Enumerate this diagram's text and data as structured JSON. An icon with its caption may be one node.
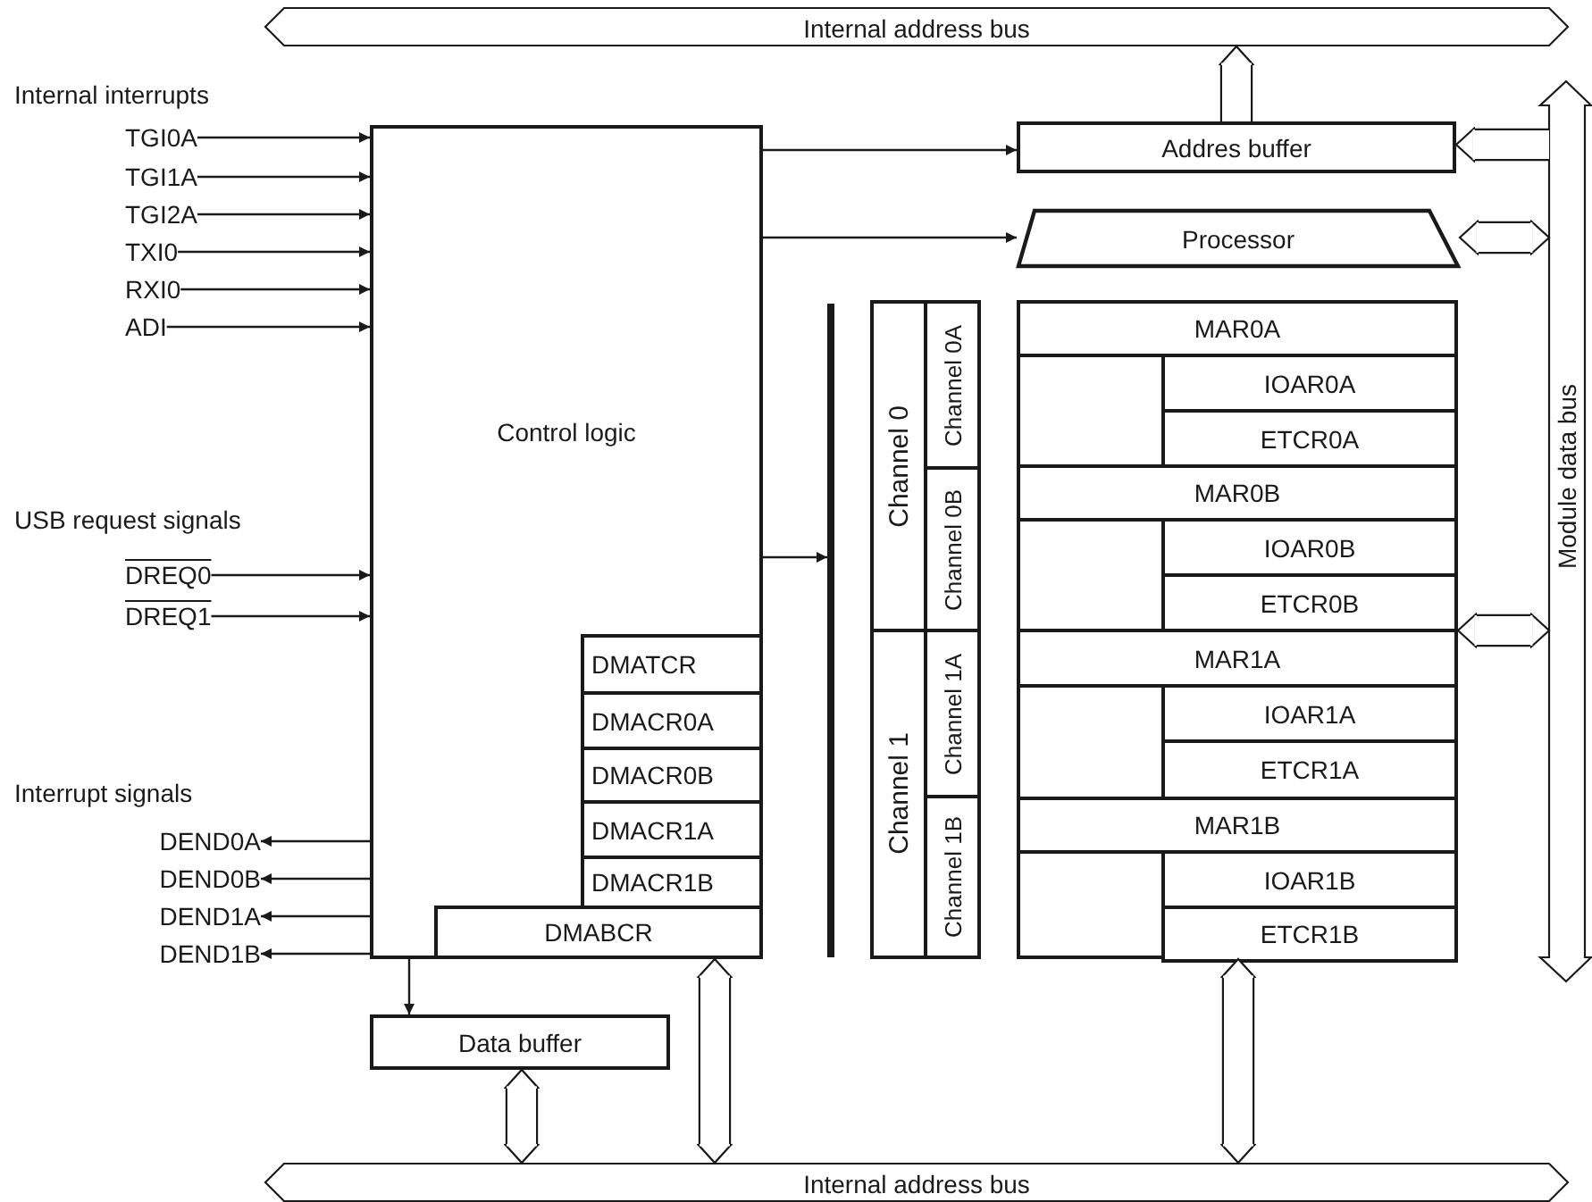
{
  "diagram": {
    "nodes": [
      {
        "text": [
          "Internal address bus"
        ]
      },
      {
        "text": [
          "TGI0A"
        ]
      },
      {
        "text": [
          "TGI1A"
        ]
      },
      {
        "text": [
          "TGI2A"
        ]
      },
      {
        "text": [
          "TXI0"
        ]
      },
      {
        "text": [
          "RXI0"
        ]
      },
      {
        "text": [
          "ADI"
        ]
      },
      {
        "text": [
          "Control logic"
        ]
      },
      {
        "text": [
          "Addres buffer"
        ]
      },
      {
        "text": [
          "Processor"
        ]
      },
      {
        "text": [],
        "shape": "bar"
      },
      {
        "text": [
          "Channel 0"
        ]
      },
      {
        "text": [
          "Channel 0A"
        ]
      },
      {
        "text": [
          "Channel 0B"
        ]
      },
      {
        "text": [
          "Channel 1"
        ]
      },
      {
        "text": [
          "Channel 1A"
        ]
      },
      {
        "text": [
          "Channel 1B"
        ]
      },
      {
        "text": [],
        "shape": "box"
      },
      {
        "text": [
          "MAR0A"
        ],
        "in": 17
      },
      {
        "text": [
          "IOAR0A"
        ],
        "in": 17
      },
      {
        "text": [
          "ETCR0A"
        ],
        "in": 17
      },
      {
        "text": [
          "MAR0B"
        ],
        "in": 17
      },
      {
        "text": [
          "IOAR0B"
        ],
        "in": 17
      },
      {
        "text": [
          "ETCR0B"
        ],
        "in": 17
      },
      {
        "text": [
          "MAR1A"
        ],
        "in": 17
      },
      {
        "text": [
          "IOAR1A"
        ],
        "in": 17
      },
      {
        "text": [
          "ETCR1A"
        ],
        "in": 17
      },
      {
        "text": [
          "MAR1B"
        ],
        "in": 17
      },
      {
        "text": [
          "IOAR1B"
        ],
        "in": 17
      },
      {
        "text": [
          "ETCR1B"
        ],
        "in": 17
      },
      {
        "text": [
          "Module data bus"
        ]
      },
      {
        "text": [
          "DREQ0"
        ]
      },
      {
        "text": [
          "DREQ1"
        ]
      },
      {
        "text": [
          "DMATCR"
        ],
        "in": 7
      },
      {
        "text": [
          "DMACR0A"
        ],
        "in": 7
      },
      {
        "text": [
          "DMACR0B"
        ],
        "in": 7
      },
      {
        "text": [
          "DMACR1A"
        ],
        "in": 7
      },
      {
        "text": [
          "DMACR1B"
        ],
        "in": 7
      },
      {
        "text": [
          "DMABCR"
        ],
        "in": 7
      },
      {
        "text": [
          "DEND0A"
        ]
      },
      {
        "text": [
          "DEND0B"
        ]
      },
      {
        "text": [
          "DEND1A"
        ]
      },
      {
        "text": [
          "DEND1B"
        ]
      },
      {
        "text": [
          "Data buffer"
        ]
      },
      {
        "text": [
          "Internal address bus"
        ]
      }
    ],
    "edges": [
      {
        "from": 1,
        "to": 7,
        "arrow": "to"
      },
      {
        "from": 2,
        "to": 7,
        "arrow": "to"
      },
      {
        "from": 3,
        "to": 7,
        "arrow": "to"
      },
      {
        "from": 4,
        "to": 7,
        "arrow": "to"
      },
      {
        "from": 5,
        "to": 7,
        "arrow": "to"
      },
      {
        "from": 6,
        "to": 7,
        "arrow": "to"
      },
      {
        "from": 31,
        "to": 7,
        "arrow": "to"
      },
      {
        "from": 32,
        "to": 7,
        "arrow": "to"
      },
      {
        "from": 7,
        "to": 39,
        "arrow": "to"
      },
      {
        "from": 7,
        "to": 40,
        "arrow": "to"
      },
      {
        "from": 7,
        "to": 41,
        "arrow": "to"
      },
      {
        "from": 7,
        "to": 42,
        "arrow": "to"
      },
      {
        "from": 7,
        "to": 8,
        "arrow": "to"
      },
      {
        "from": 7,
        "to": 9,
        "arrow": "to"
      },
      {
        "from": 7,
        "to": 10,
        "arrow": "to"
      },
      {
        "from": 7,
        "to": 43,
        "arrow": "to"
      },
      {
        "from": 8,
        "to": 0,
        "arrow": "to",
        "style": "thick"
      },
      {
        "from": 30,
        "to": 8,
        "arrow": "to",
        "style": "thick"
      },
      {
        "from": 9,
        "to": 30,
        "arrow": "both",
        "style": "thick"
      },
      {
        "from": 17,
        "to": 30,
        "arrow": "both",
        "style": "thick"
      },
      {
        "from": 38,
        "to": 44,
        "arrow": "both",
        "style": "thick"
      },
      {
        "from": 43,
        "to": 44,
        "arrow": "both",
        "style": "thick"
      },
      {
        "from": 17,
        "to": 44,
        "arrow": "both",
        "style": "thick"
      }
    ],
    "labels": [
      "Internal interrupts",
      "USB request signals",
      "Interrupt signals"
    ]
  }
}
